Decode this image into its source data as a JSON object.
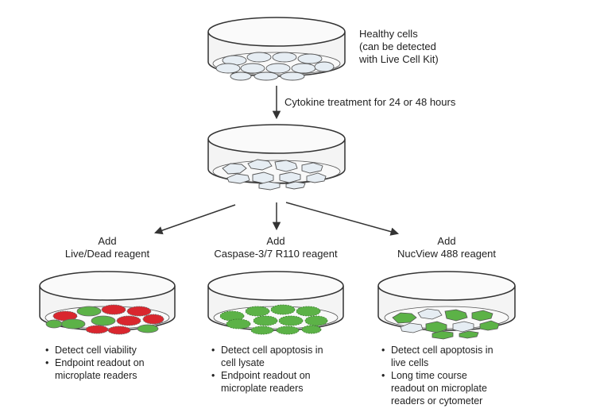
{
  "top_dish": {
    "label_lines": [
      "Healthy cells",
      "(can be detected",
      "with Live Cell Kit)"
    ]
  },
  "treatment": {
    "label": "Cytokine treatment for 24 or 48 hours"
  },
  "branches": [
    {
      "add_label": "Add",
      "reagent": "Live/Dead reagent",
      "bullets": [
        [
          "Detect cell viability"
        ],
        [
          "Endpoint readout on",
          "microplate readers"
        ]
      ]
    },
    {
      "add_label": "Add",
      "reagent": "Caspase-3/7 R110 reagent",
      "bullets": [
        [
          "Detect cell apoptosis in",
          "cell lysate"
        ],
        [
          "Endpoint readout on",
          "microplate readers"
        ]
      ]
    },
    {
      "add_label": "Add",
      "reagent": "NucView 488 reagent",
      "bullets": [
        [
          "Detect cell apoptosis in",
          "live cells"
        ],
        [
          "Long time course",
          "readout on microplate",
          "readers or cytometer"
        ]
      ]
    }
  ],
  "colors": {
    "dish_outline": "#333333",
    "dish_fill": "#f4f4f4",
    "healthy_cell": "#e6edf3",
    "dead_cell_red": "#d9262e",
    "live_cell_green": "#5cb247",
    "arrow": "#333333"
  },
  "icons": {
    "bullet": "•"
  }
}
